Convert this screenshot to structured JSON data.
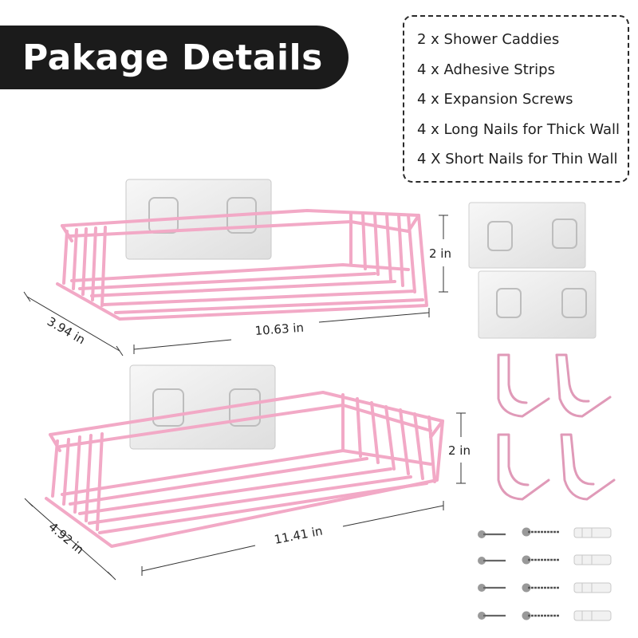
{
  "title": "Pakage Details",
  "contents": [
    "2 x Shower Caddies",
    "4 x Adhesive Strips",
    "4 x Expansion Screws",
    "4 x Long Nails for Thick Wall",
    "4 X Short Nails for Thin Wall"
  ],
  "small_caddy": {
    "depth": "3.94 in",
    "width": "10.63 in",
    "height": "2 in"
  },
  "large_caddy": {
    "depth": "4.92 in",
    "width": "11.41 in",
    "height": "2 in"
  },
  "colors": {
    "caddy": "#f2a9c6",
    "caddy_shadow": "#d889aa",
    "banner": "#1b1b1b",
    "strip": "#ececec"
  }
}
